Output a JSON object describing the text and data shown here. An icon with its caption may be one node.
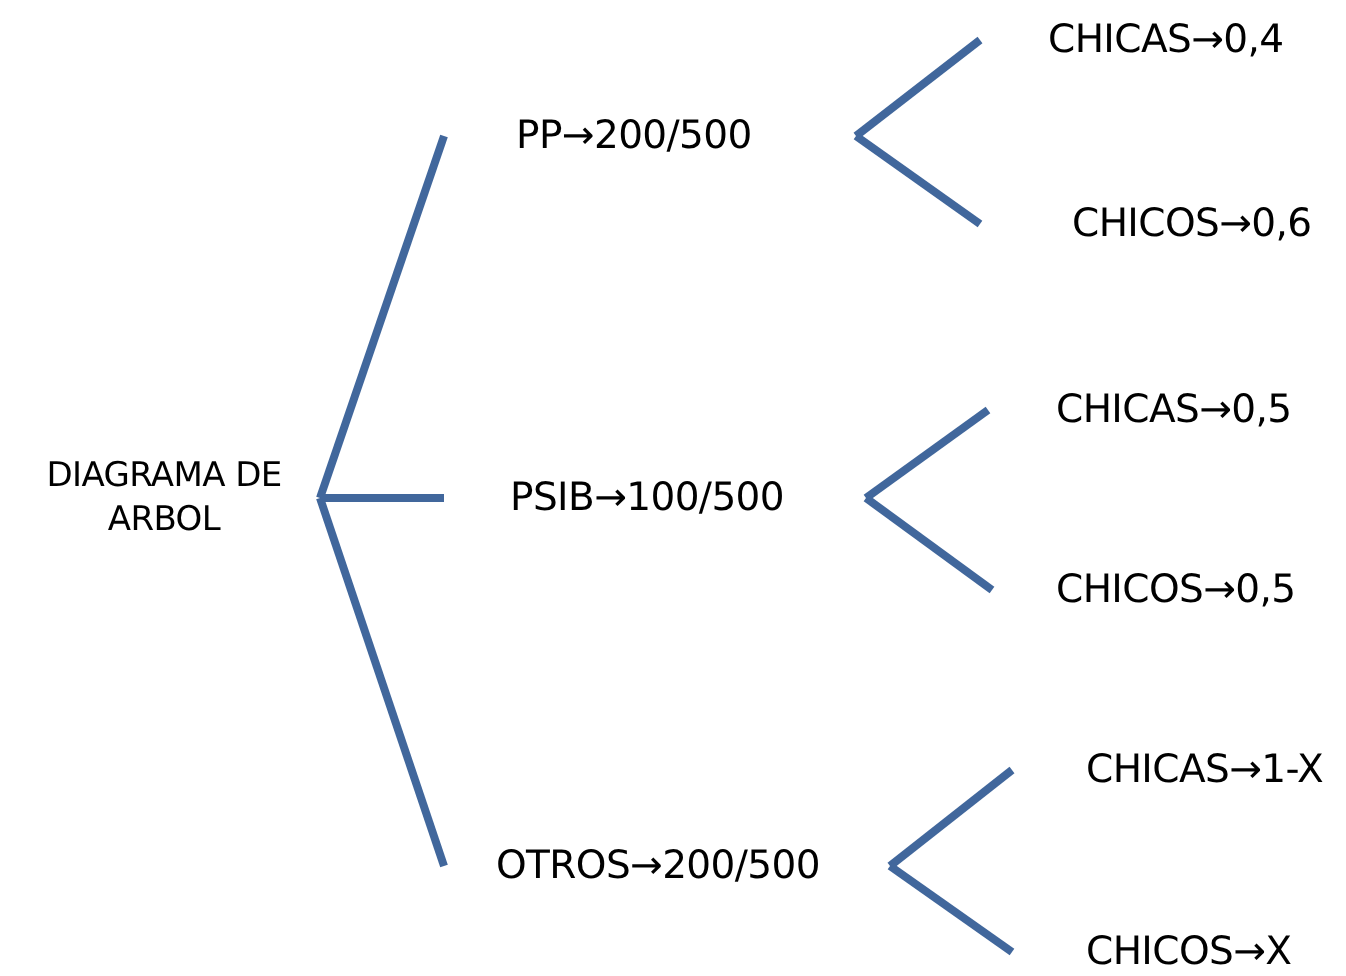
{
  "diagram": {
    "nodes": [
      {
        "text": [
          "DIAGRAMA DE ARBOL"
        ]
      },
      {
        "text": [
          "PP→200/500"
        ]
      },
      {
        "text": [
          "PSIB→100/500"
        ]
      },
      {
        "text": [
          "OTROS→200/500"
        ]
      },
      {
        "text": [
          "CHICAS→0,4"
        ]
      },
      {
        "text": [
          "CHICOS→0,6"
        ]
      },
      {
        "text": [
          "CHICAS→0,5"
        ]
      },
      {
        "text": [
          "CHICOS→0,5"
        ]
      },
      {
        "text": [
          "CHICAS→1-X"
        ]
      },
      {
        "text": [
          "CHICOS→X"
        ]
      }
    ],
    "edges": [
      {
        "from": 0,
        "to": 1,
        "arrow": "none"
      },
      {
        "from": 0,
        "to": 2,
        "arrow": "none"
      },
      {
        "from": 0,
        "to": 3,
        "arrow": "none"
      },
      {
        "from": 1,
        "to": 4,
        "arrow": "none"
      },
      {
        "from": 1,
        "to": 5,
        "arrow": "none"
      },
      {
        "from": 2,
        "to": 6,
        "arrow": "none"
      },
      {
        "from": 2,
        "to": 7,
        "arrow": "none"
      },
      {
        "from": 3,
        "to": 8,
        "arrow": "none"
      },
      {
        "from": 3,
        "to": 9,
        "arrow": "none"
      }
    ]
  }
}
